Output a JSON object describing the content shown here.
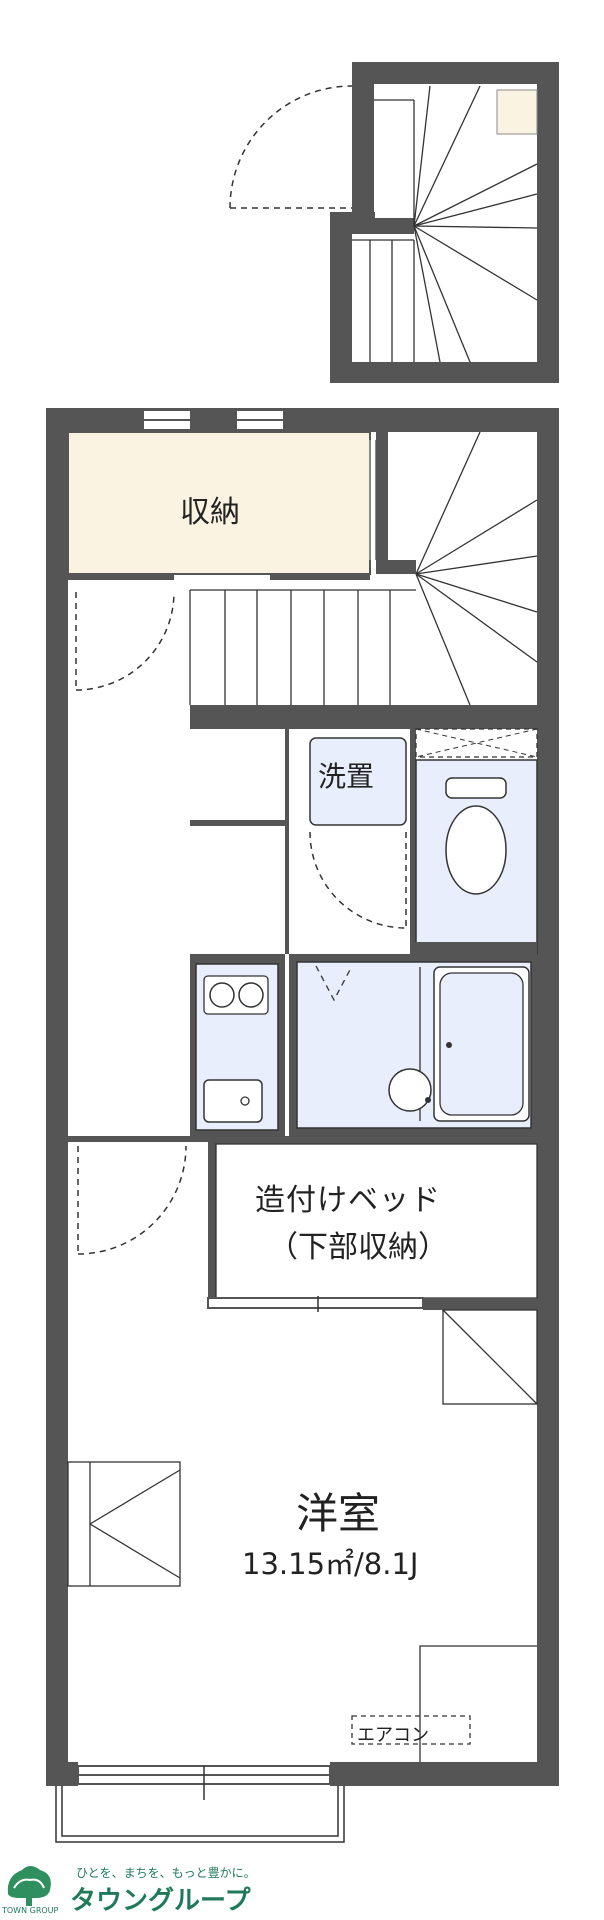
{
  "rooms": {
    "storage": "収納",
    "washer": "洗置",
    "bed_line1": "造付けベッド",
    "bed_line2": "（下部収納）",
    "western": "洋室",
    "western_area": "13.15㎡/8.1J",
    "aircon": "エアコン"
  },
  "logo": {
    "tagline": "ひとを、まちを、もっと豊かに。",
    "name": "タウングループ",
    "sub": "TOWN GROUP"
  },
  "colors": {
    "wall": "#555555",
    "storage_fill": "#fbf3e2",
    "wet_fill": "#e8eefc",
    "line": "#333333",
    "brand": "#1f7a5a"
  }
}
